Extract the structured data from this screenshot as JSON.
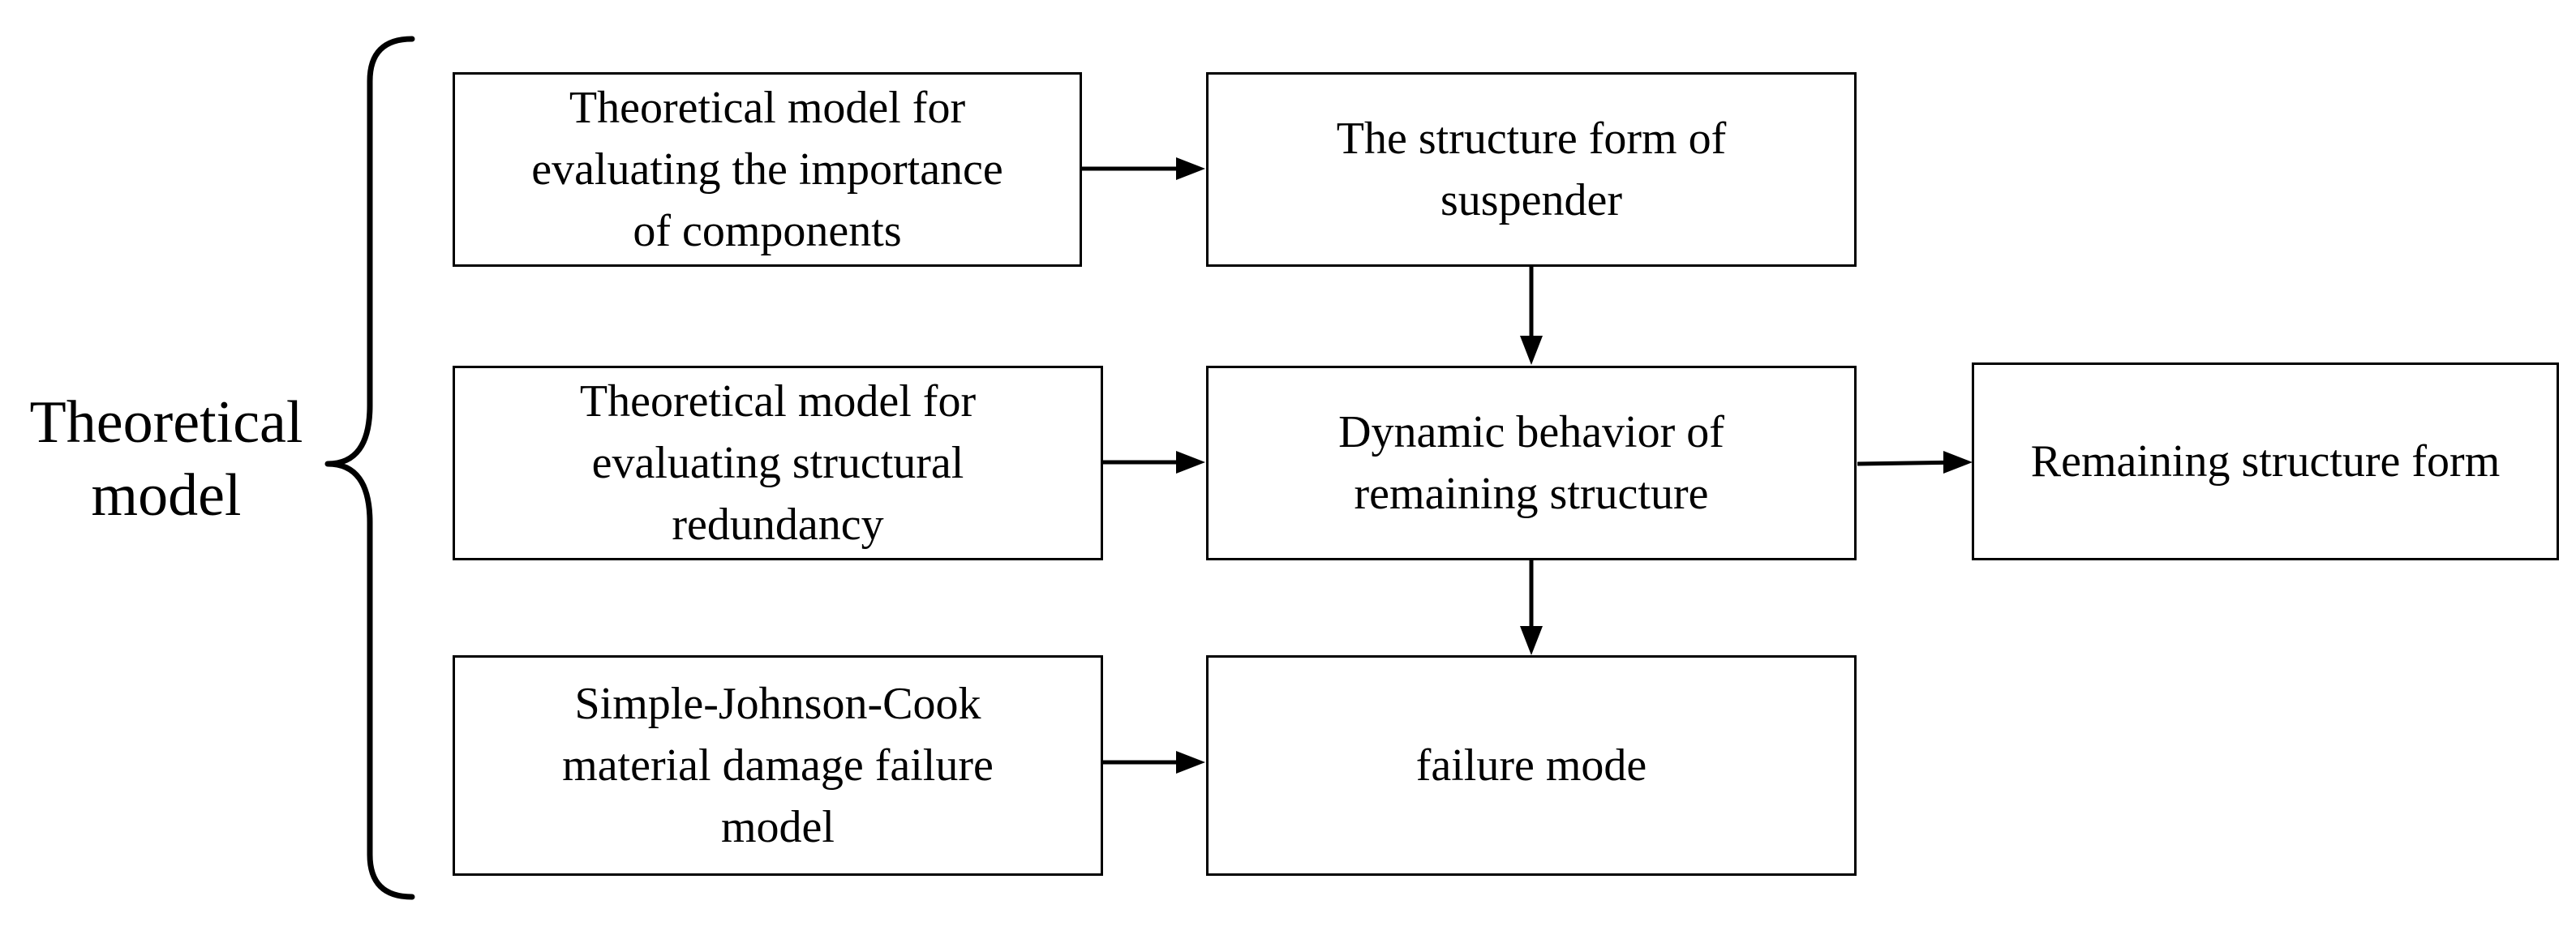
{
  "root_label": "Theoretical\nmodel",
  "nodes": {
    "importance_model": "Theoretical model for\nevaluating the importance\nof components",
    "redundancy_model": "Theoretical model for\nevaluating structural\nredundancy",
    "johnson_cook_model": "Simple-Johnson-Cook\nmaterial damage failure\nmodel",
    "suspender_form": "The structure form of\nsuspender",
    "dynamic_behavior": "Dynamic behavior of\nremaining structure",
    "failure_mode": "failure mode",
    "remaining_form": "Remaining structure form"
  },
  "edges": [
    {
      "from": "importance_model",
      "to": "suspender_form"
    },
    {
      "from": "redundancy_model",
      "to": "dynamic_behavior"
    },
    {
      "from": "johnson_cook_model",
      "to": "failure_mode"
    },
    {
      "from": "suspender_form",
      "to": "dynamic_behavior"
    },
    {
      "from": "dynamic_behavior",
      "to": "failure_mode"
    },
    {
      "from": "dynamic_behavior",
      "to": "remaining_form"
    }
  ]
}
